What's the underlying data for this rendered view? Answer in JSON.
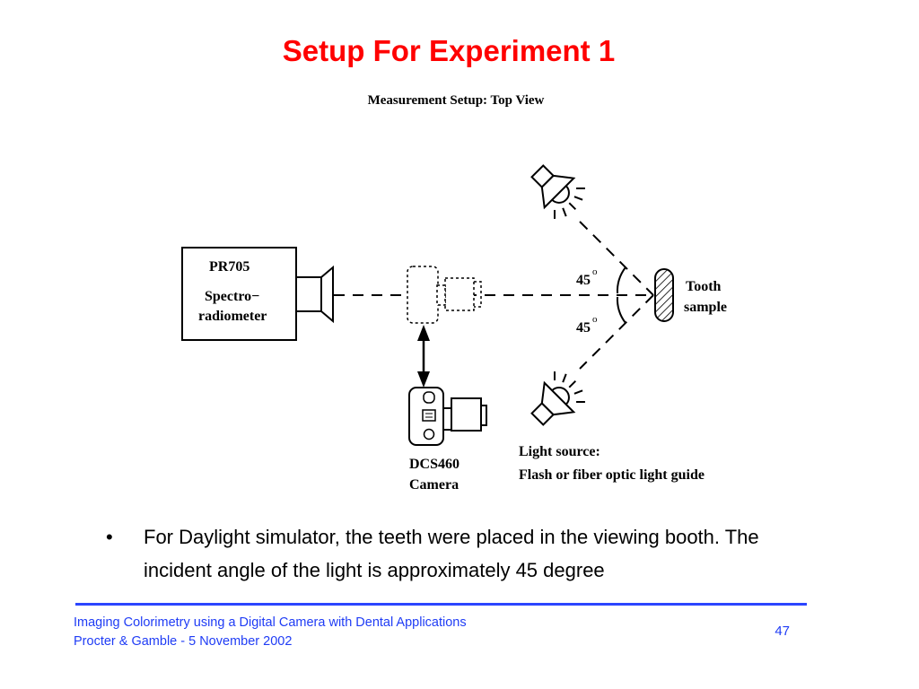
{
  "slide": {
    "title": "Setup For Experiment 1",
    "page_number": "47"
  },
  "diagram": {
    "title": "Measurement Setup: Top View",
    "spectroradiometer": {
      "model": "PR705",
      "label_line1": "Spectro−",
      "label_line2": "radiometer"
    },
    "camera": {
      "model": "DCS460",
      "label": "Camera"
    },
    "tooth": {
      "label_line1": "Tooth",
      "label_line2": "sample"
    },
    "angle_top": {
      "value": "45",
      "unit": "o"
    },
    "angle_bottom": {
      "value": "45",
      "unit": "o"
    },
    "light_source": {
      "label_line1": "Light source:",
      "label_line2": "Flash or fiber optic light guide"
    }
  },
  "bullet": {
    "marker": "•",
    "text": "For Daylight simulator, the teeth were placed in the viewing booth. The incident angle of the light is approximately 45 degree"
  },
  "footer": {
    "line1": "Imaging Colorimetry using a Digital Camera with Dental Applications",
    "line2": "Procter & Gamble - 5 November 2002"
  },
  "colors": {
    "title": "#ff0000",
    "footer_text": "#1f3cf5",
    "footer_rule": "#2b45ff"
  }
}
